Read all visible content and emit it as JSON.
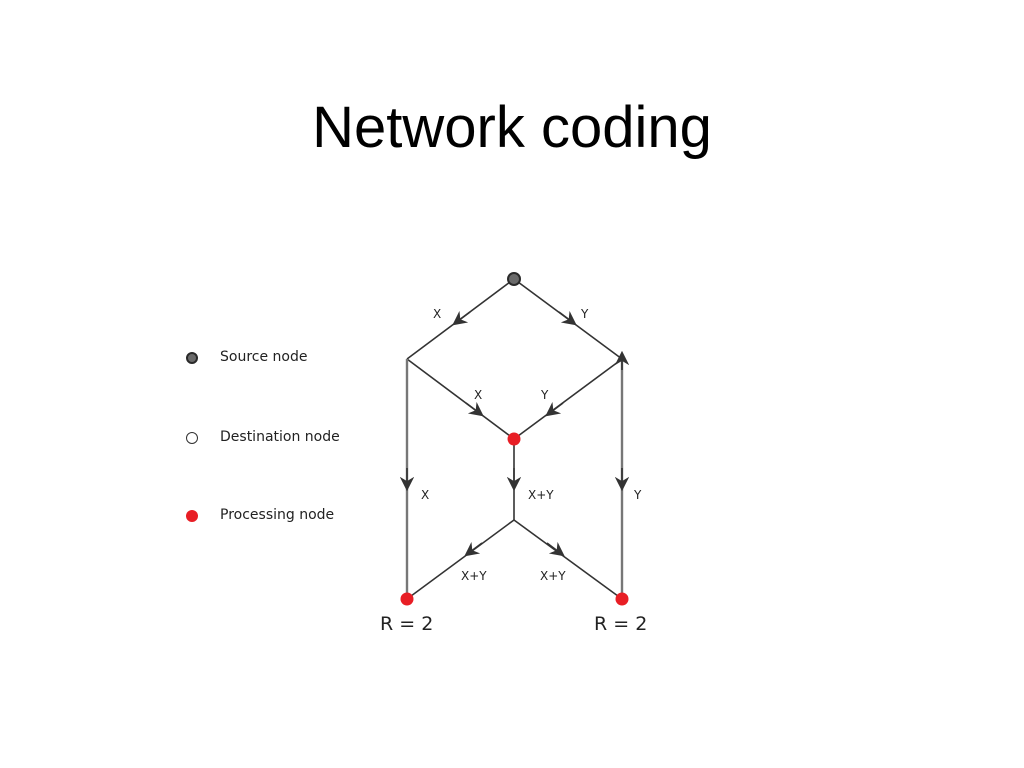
{
  "title": "Network coding",
  "legend": [
    {
      "key": "source",
      "label": "Source node"
    },
    {
      "key": "destination",
      "label": "Destination node"
    },
    {
      "key": "processing",
      "label": "Processing node"
    }
  ],
  "edge_labels": {
    "src_left": "X",
    "src_right": "Y",
    "left_mid": "X",
    "right_mid": "Y",
    "left_down": "X",
    "center_down": "X+Y",
    "right_down": "Y",
    "split_left": "X+Y",
    "split_right": "X+Y"
  },
  "receivers": {
    "left": "R = 2",
    "right": "R = 2"
  },
  "colors": {
    "processing": "#e81e25",
    "source": "#6a6a6a",
    "edge": "#333333"
  }
}
